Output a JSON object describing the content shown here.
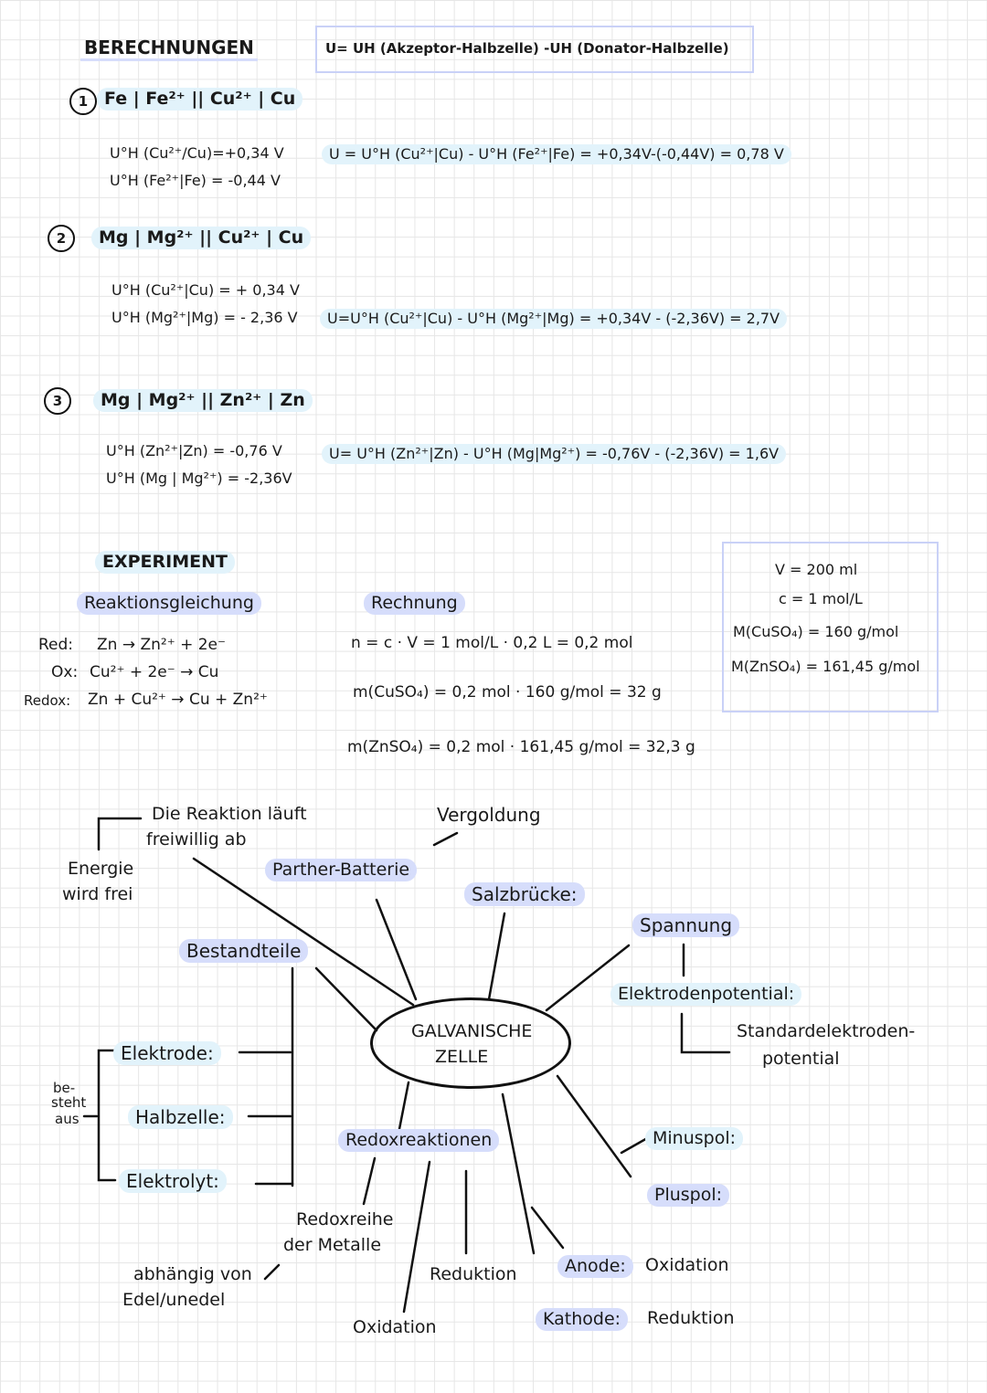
{
  "heading_calc": "BERECHNUNGEN",
  "formula": "U= UH (Akzeptor-Halbzelle) -UH (Donator-Halbzelle)",
  "calculations": [
    {
      "num": "1",
      "cell": "Fe | Fe²⁺ || Cu²⁺ | Cu",
      "pot1": "U°H (Cu²⁺/Cu)=+0,34 V",
      "pot2": "U°H (Fe²⁺|Fe) = -0,44 V",
      "result": "U = U°H (Cu²⁺|Cu) - U°H (Fe²⁺|Fe) = +0,34V-(-0,44V) = 0,78 V"
    },
    {
      "num": "2",
      "cell": "Mg | Mg²⁺ || Cu²⁺ | Cu",
      "pot1": "U°H (Cu²⁺|Cu) = + 0,34 V",
      "pot2": "U°H (Mg²⁺|Mg) = - 2,36 V",
      "result": "U=U°H (Cu²⁺|Cu) - U°H (Mg²⁺|Mg) = +0,34V - (-2,36V) = 2,7V"
    },
    {
      "num": "3",
      "cell": "Mg | Mg²⁺ || Zn²⁺ | Zn",
      "pot1": "U°H (Zn²⁺|Zn) = -0,76 V",
      "pot2": "U°H (Mg | Mg²⁺) = -2,36V",
      "result": "U= U°H (Zn²⁺|Zn) - U°H (Mg|Mg²⁺) = -0,76V - (-2,36V) = 1,6V"
    }
  ],
  "experiment": {
    "heading": "EXPERIMENT",
    "reaction_heading": "Reaktionsgleichung",
    "reactions": [
      {
        "label": "Red:",
        "eq": "Zn → Zn²⁺ + 2e⁻"
      },
      {
        "label": "Ox:",
        "eq": "Cu²⁺ + 2e⁻ → Cu"
      },
      {
        "label": "Redox:",
        "eq": "Zn + Cu²⁺ → Cu + Zn²⁺"
      }
    ],
    "calc_heading": "Rechnung",
    "calc_lines": [
      "n = c · V = 1 mol/L · 0,2 L = 0,2 mol",
      "m(CuSO₄) = 0,2 mol · 160 g/mol = 32 g",
      "m(ZnSO₄) = 0,2 mol · 161,45 g/mol = 32,3 g"
    ],
    "given": [
      "V = 200 ml",
      "c = 1 mol/L",
      "M(CuSO₄) = 160 g/mol",
      "M(ZnSO₄) = 161,45 g/mol"
    ]
  },
  "mindmap": {
    "center_line1": "GALVANISCHE",
    "center_line2": "ZELLE",
    "reaction_free_1": "Die Reaktion läuft",
    "reaction_free_2": "freiwillig ab",
    "energy_1": "Energie",
    "energy_2": "wird frei",
    "parther": "Parther-Batterie",
    "vergoldung": "Vergoldung",
    "salzbruecke": "Salzbrücke:",
    "spannung": "Spannung",
    "elektrodenpotential": "Elektrodenpotential:",
    "standard_1": "Standardelektroden-",
    "standard_2": "potential",
    "bestandteile": "Bestandteile",
    "besteht_1": "be-",
    "besteht_2": "steht",
    "besteht_3": "aus",
    "elektrode": "Elektrode:",
    "halbzelle": "Halbzelle:",
    "elektrolyt": "Elektrolyt:",
    "redoxreaktionen": "Redoxreaktionen",
    "redoxreihe_1": "Redoxreihe",
    "redoxreihe_2": "der Metalle",
    "abhaengig_1": "abhängig von",
    "abhaengig_2": "Edel/unedel",
    "reduktion": "Reduktion",
    "oxidation": "Oxidation",
    "minuspol": "Minuspol:",
    "pluspol": "Pluspol:",
    "anode_label": "Anode:",
    "anode_value": "Oxidation",
    "kathode_label": "Kathode:",
    "kathode_value": "Reduktion"
  },
  "colors": {
    "highlight_blue": "#d6ddfb",
    "highlight_cyan": "#e2f3fb",
    "box_border": "#c9d1f7"
  }
}
